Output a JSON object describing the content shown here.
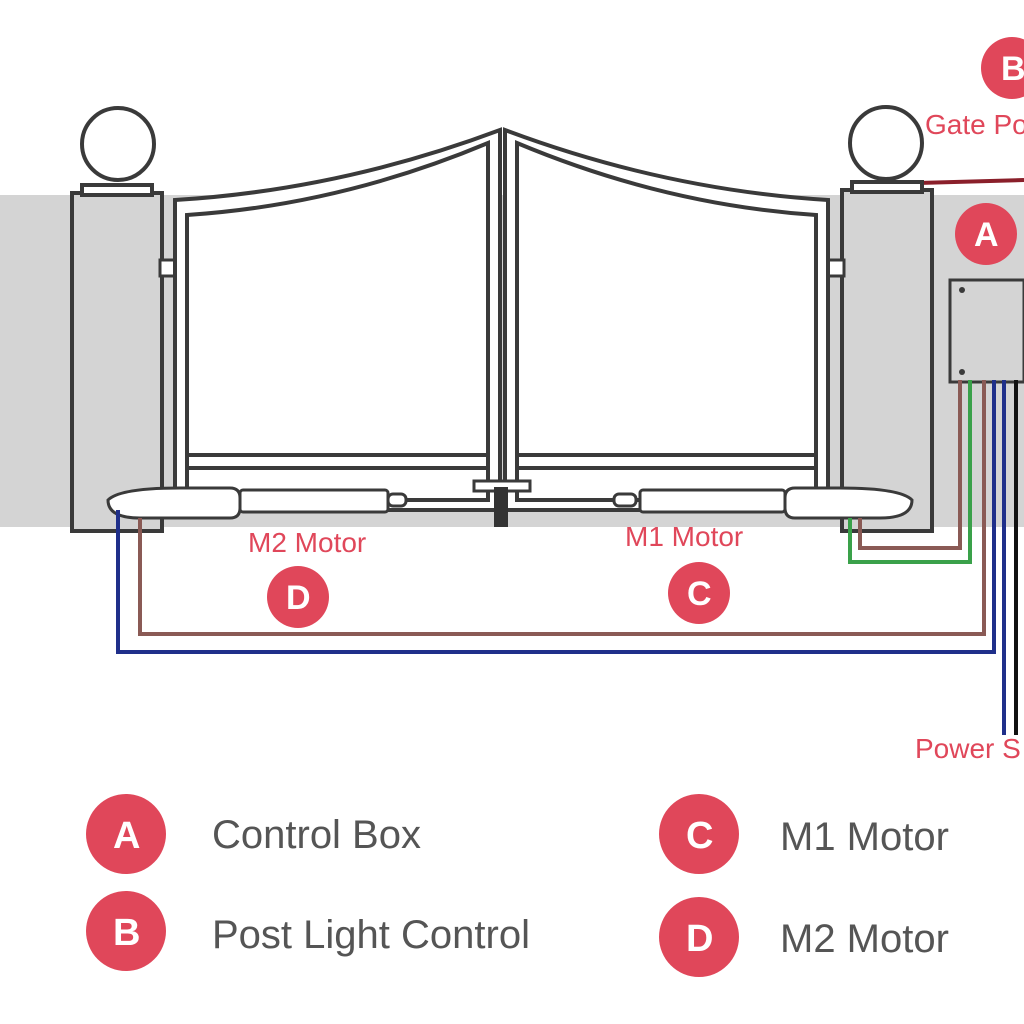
{
  "diagram": {
    "labels": {
      "gate_power": "Gate Po",
      "m2_motor": "M2 Motor",
      "m1_motor": "M1 Motor",
      "power_supply": "Power S"
    },
    "badges": {
      "a": "A",
      "b": "B",
      "c": "C",
      "d": "D"
    }
  },
  "legend": {
    "items": [
      {
        "letter": "A",
        "label": "Control Box"
      },
      {
        "letter": "B",
        "label": "Post Light Control"
      },
      {
        "letter": "C",
        "label": "M1 Motor"
      },
      {
        "letter": "D",
        "label": "M2 Motor"
      }
    ]
  },
  "colors": {
    "accent": "#e0475a",
    "wall": "#d4d4d4",
    "outline": "#3a3a3a",
    "wire_blue": "#1f2f8a",
    "wire_brown": "#8a5a55",
    "wire_green": "#3aa14a",
    "wire_dark_red": "#8a1f2a",
    "wire_black": "#111111",
    "legend_text": "#555555"
  }
}
